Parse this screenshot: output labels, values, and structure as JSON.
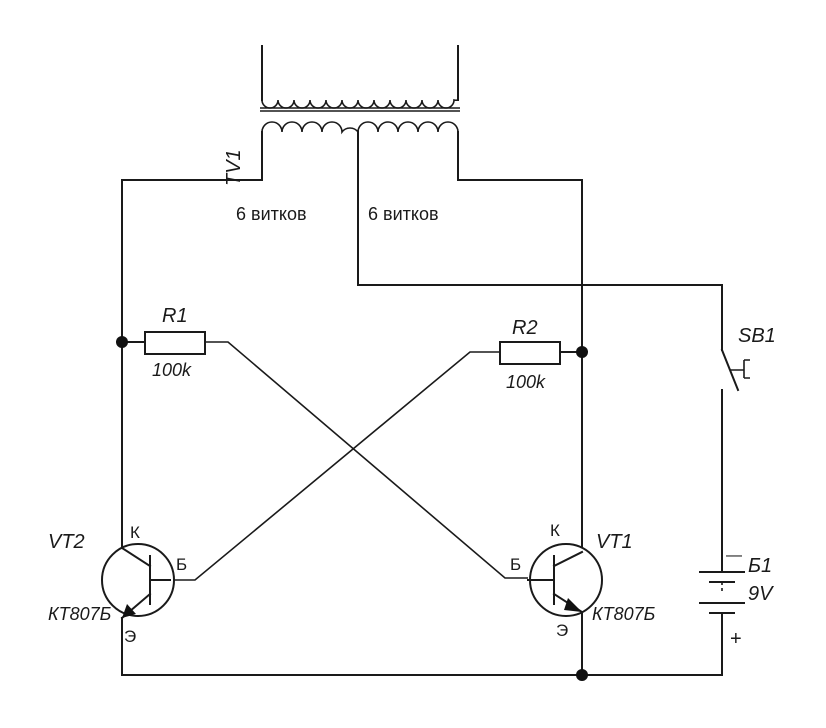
{
  "transformer": {
    "ref": "TV1"
  },
  "windings": {
    "left": "6 витков",
    "right": "6 витков"
  },
  "resistors": [
    {
      "ref": "R1",
      "value": "100k"
    },
    {
      "ref": "R2",
      "value": "100k"
    }
  ],
  "transistors": [
    {
      "ref": "VT2",
      "type": "КТ807Б",
      "collector": "К",
      "base": "Б",
      "emitter": "Э"
    },
    {
      "ref": "VT1",
      "type": "КТ807Б",
      "collector": "К",
      "base": "Б",
      "emitter": "Э"
    }
  ],
  "switch": {
    "ref": "SB1"
  },
  "battery": {
    "ref": "Б1",
    "voltage": "9V",
    "minus": "—",
    "plus": "+"
  }
}
